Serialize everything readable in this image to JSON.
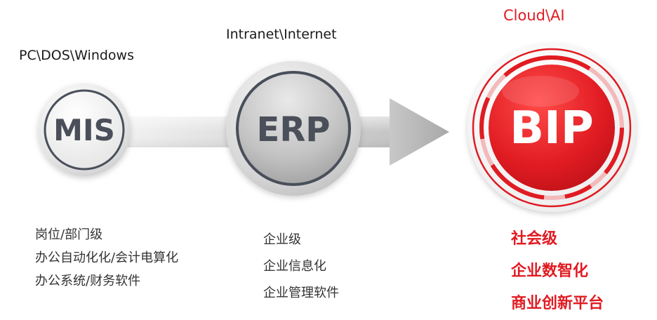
{
  "stages": [
    {
      "node": "MIS",
      "era": "PC\\DOS\\Windows",
      "features": [
        "岗位/部门级",
        "办公自动化化/会计电算化",
        "办公系统/财务软件"
      ]
    },
    {
      "node": "ERP",
      "era": "Intranet\\Internet",
      "features": [
        "企业级",
        "企业信息化",
        "企业管理软件"
      ]
    },
    {
      "node": "BIP",
      "era": "Cloud\\AI",
      "features": [
        "社会级",
        "企业数智化",
        "商业创新平台"
      ]
    }
  ],
  "colors": {
    "accent_red": "#e01b22",
    "node_gray": "#4a4f5a",
    "arrow_gray": "#b9b9b9"
  }
}
